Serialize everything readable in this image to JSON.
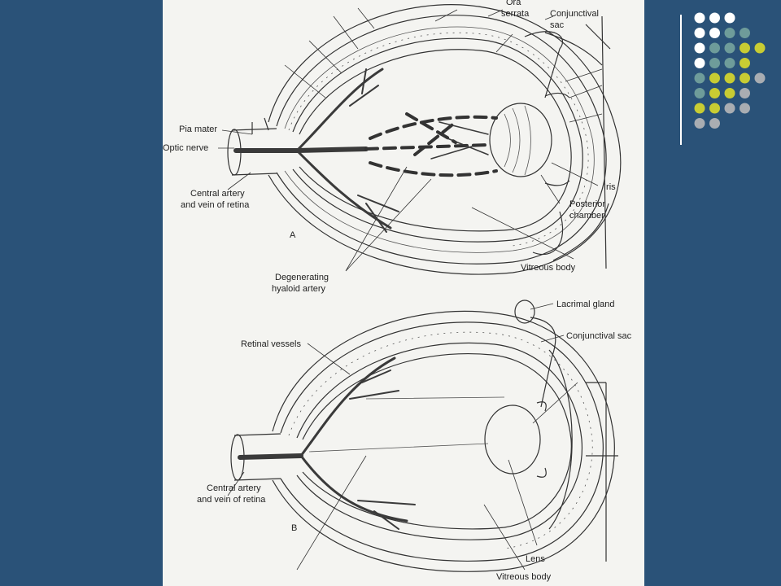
{
  "labels_A": {
    "ora_serrata_1": "Ora",
    "ora_serrata_2": "serrata",
    "conjunctival_sac_1": "Conjunctival",
    "conjunctival_sac_2": "sac",
    "pia_mater": "Pia mater",
    "optic_nerve": "Optic nerve",
    "central_artery_1": "Central artery",
    "central_artery_2": "and vein of retina",
    "iris": "Iris",
    "posterior_chamber_1": "Posterior",
    "posterior_chamber_2": "chamber",
    "panel_letter": "A",
    "vitreous_body": "Vitreous body",
    "hyaloid_1": "Degenerating",
    "hyaloid_2": "hyaloid artery"
  },
  "labels_B": {
    "lacrimal_gland": "Lacrimal gland",
    "conjunctival_sac": "Conjunctival sac",
    "retinal_vessels": "Retinal vessels",
    "central_artery_1": "Central artery",
    "central_artery_2": "and vein of retina",
    "panel_letter": "B",
    "lens": "Lens",
    "vitreous_body": "Vitreous body"
  },
  "decor": {
    "dot_colors": {
      "white": "#ffffff",
      "teal": "#6e9c9a",
      "yellow": "#c8cc33",
      "gray": "#a9adb2"
    },
    "dot_pattern": [
      [
        "white",
        "white",
        "white"
      ],
      [
        "white",
        "white",
        "teal",
        "teal"
      ],
      [
        "white",
        "teal",
        "teal",
        "yellow",
        "yellow"
      ],
      [
        "white",
        "teal",
        "teal",
        "yellow"
      ],
      [
        "teal",
        "yellow",
        "yellow",
        "yellow",
        "gray"
      ],
      [
        "teal",
        "yellow",
        "yellow",
        "gray"
      ],
      [
        "yellow",
        "yellow",
        "gray",
        "gray"
      ],
      [
        "gray",
        "gray"
      ]
    ]
  }
}
